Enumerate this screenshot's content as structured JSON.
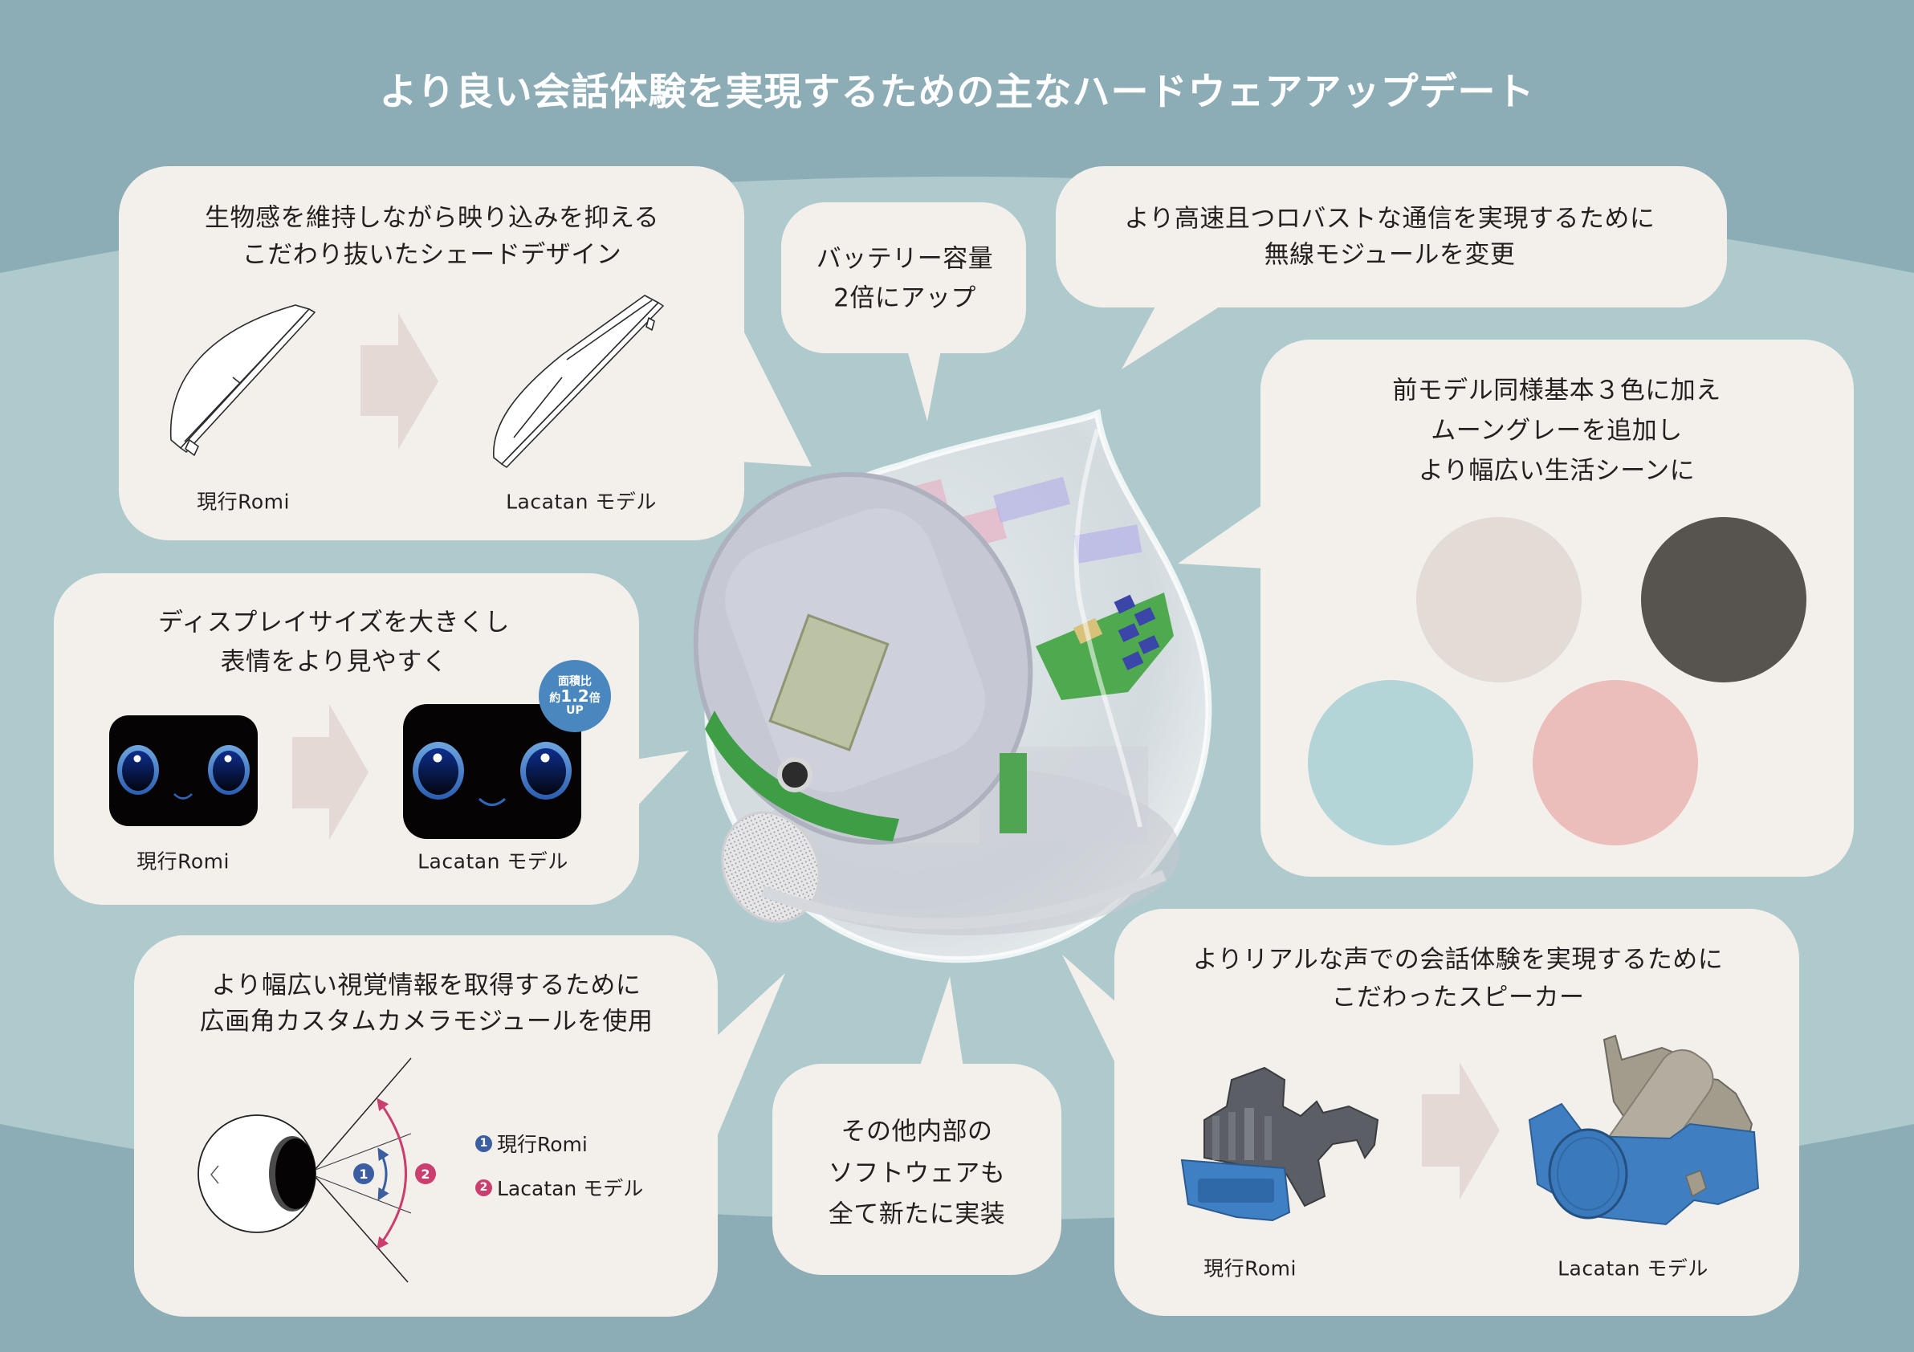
{
  "title": "より良い会話体験を実現するための主なハードウェアアップデート",
  "colors": {
    "background_dark": "#8DADB6",
    "background_light": "#AFCACC",
    "bubble": "#F3F0EC",
    "arrow": "#E4D9D4",
    "badge": "#4A87BF",
    "legend_current": "#3B5EA0",
    "legend_new": "#CB3F6E"
  },
  "shade": {
    "lines": [
      "生物感を維持しながら映り込みを抑える",
      "こだわり抜いたシェードデザイン"
    ],
    "label_current": "現行Romi",
    "label_new": "Lacatan モデル"
  },
  "battery": {
    "lines": [
      "バッテリー容量",
      "2倍にアップ"
    ]
  },
  "wireless": {
    "lines": [
      "より高速且つロバストな通信を実現するために",
      "無線モジュールを変更"
    ]
  },
  "color_variants": {
    "lines": [
      "前モデル同様基本３色に加え",
      "ムーングレーを追加し",
      "より幅広い生活シーンに"
    ],
    "swatches": [
      {
        "bg": "#E2DBD6",
        "body": "#F6F6F4"
      },
      {
        "bg": "#57534F",
        "body": "#5E504B"
      },
      {
        "bg": "#B3D5D8",
        "body": "#9ECDE0"
      },
      {
        "bg": "#EBBEBB",
        "body": "#DDB1C5"
      }
    ]
  },
  "display": {
    "lines": [
      "ディスプレイサイズを大きくし",
      "表情をより見やすく"
    ],
    "badge": {
      "line1": "面積比",
      "prefix": "約",
      "value": "1.2",
      "suffix": "倍",
      "line3": "UP"
    },
    "label_current": "現行Romi",
    "label_new": "Lacatan モデル"
  },
  "camera": {
    "lines": [
      "より幅広い視覚情報を取得するために",
      "広画角カスタムカメラモジュールを使用"
    ],
    "markers": [
      "1",
      "2"
    ],
    "legend": [
      {
        "num": "1",
        "label": "現行Romi"
      },
      {
        "num": "2",
        "label": "Lacatan モデル"
      }
    ]
  },
  "software": {
    "lines": [
      "その他内部の",
      "ソフトウェアも",
      "全て新たに実装"
    ]
  },
  "speaker": {
    "lines": [
      "よりリアルな声での会話体験を実現するために",
      "こだわったスピーカー"
    ],
    "label_current": "現行Romi",
    "label_new": "Lacatan モデル"
  }
}
